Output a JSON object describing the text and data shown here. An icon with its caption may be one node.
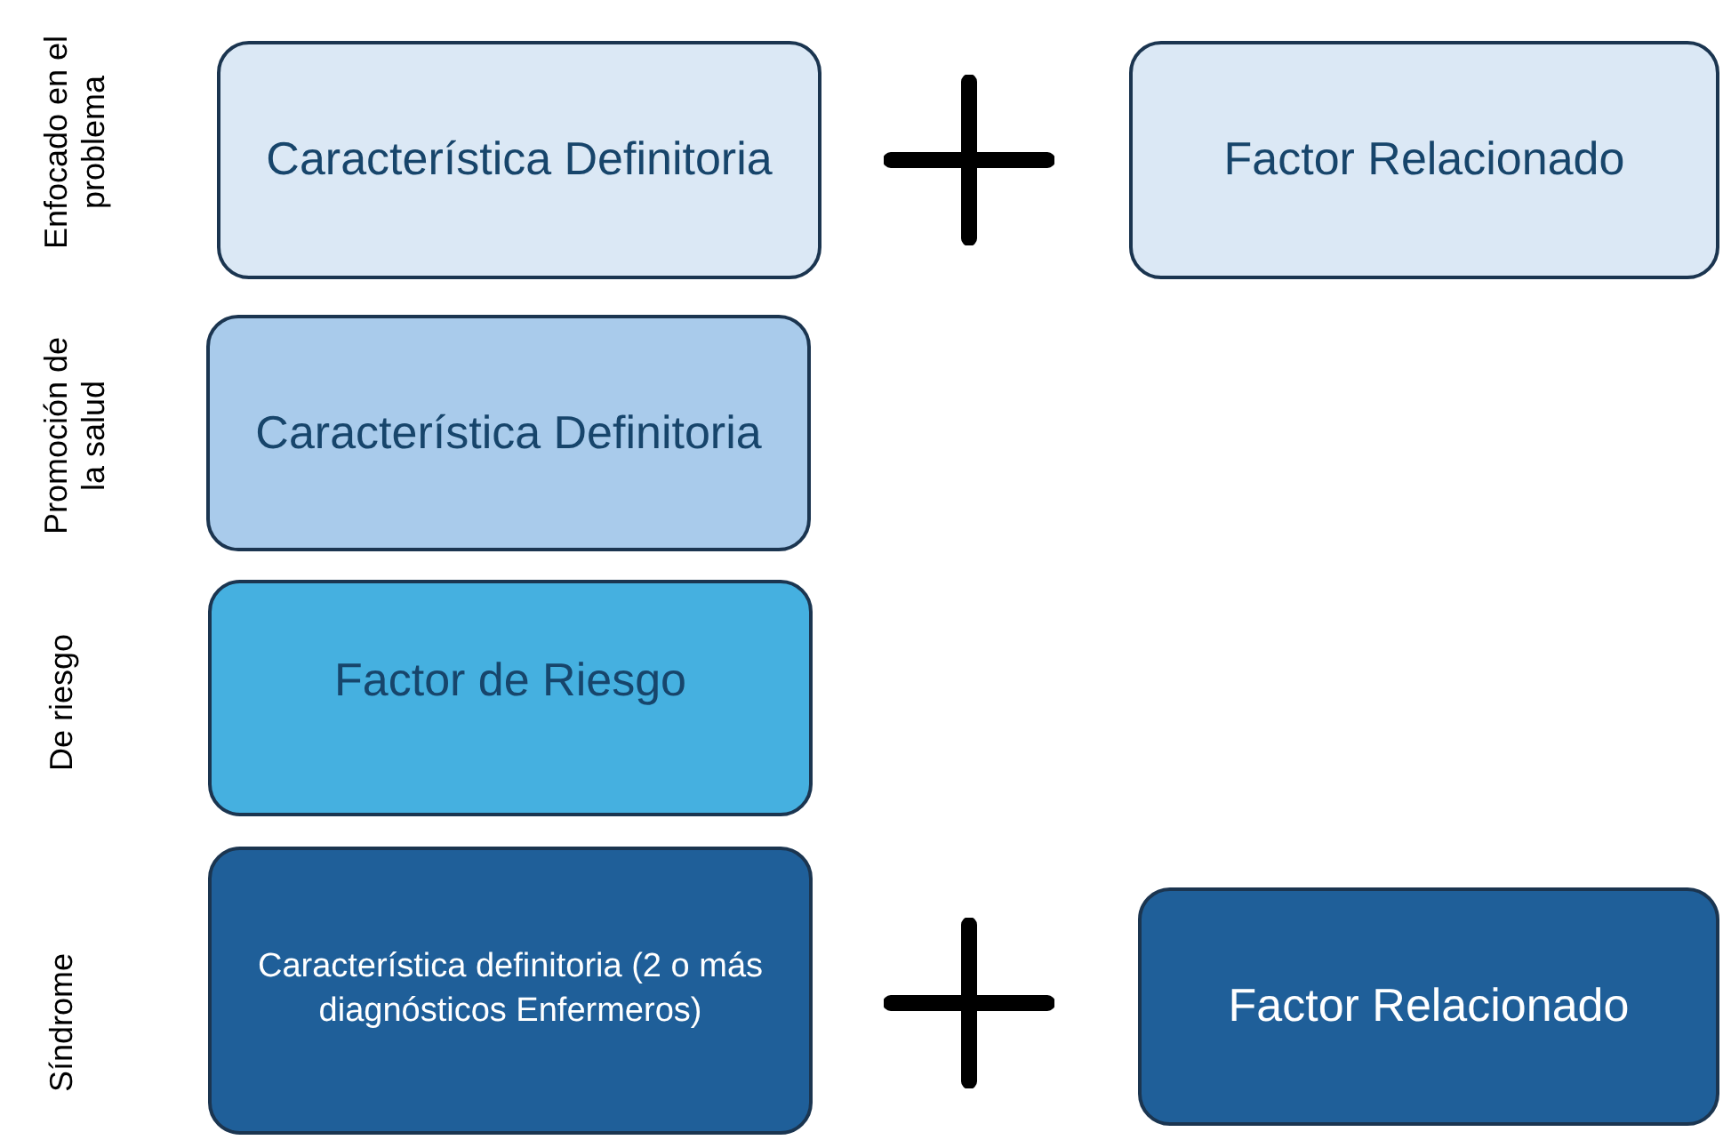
{
  "diagram": {
    "nodes": [
      {
        "text": [
          "Característica Definitoria"
        ]
      },
      {
        "text": [
          "Factor Relacionado"
        ]
      },
      {
        "text": [
          "Característica Definitoria"
        ]
      },
      {
        "text": [
          "Factor de Riesgo"
        ]
      },
      {
        "text": [
          "Característica definitoria (2 o más diagnósticos Enfermeros)"
        ]
      },
      {
        "text": [
          "Factor Relacionado"
        ]
      }
    ],
    "labels": [
      "Enfocado en el problema",
      "Promoción de la salud",
      "De riesgo",
      "Síndrome"
    ]
  }
}
